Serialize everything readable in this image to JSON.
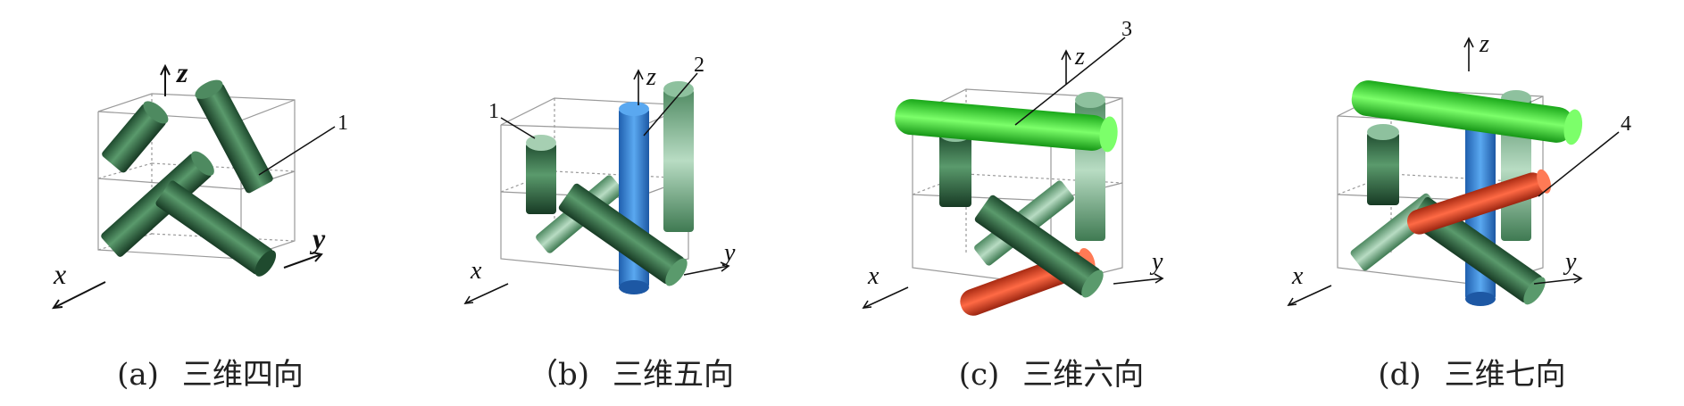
{
  "panels": [
    {
      "id": "a",
      "label": "(a)",
      "title": "三维四向",
      "axes": {
        "x": "x",
        "y": "y",
        "z": "z"
      },
      "callouts": [
        "1"
      ]
    },
    {
      "id": "b",
      "label": "（b)",
      "title": "三维五向",
      "axes": {
        "x": "x",
        "y": "y",
        "z": "z"
      },
      "callouts": [
        "1",
        "2"
      ]
    },
    {
      "id": "c",
      "label": "(c)",
      "title": "三维六向",
      "axes": {
        "x": "x",
        "y": "y",
        "z": "z"
      },
      "callouts": [
        "3"
      ]
    },
    {
      "id": "d",
      "label": "(d)",
      "title": "三维七向",
      "axes": {
        "x": "x",
        "y": "y",
        "z": "z"
      },
      "callouts": [
        "4"
      ]
    }
  ],
  "colors": {
    "dark_green": "#2f6b45",
    "light_green": "#7fb38f",
    "bright_green": "#33dd33",
    "blue": "#2f7fd6",
    "red": "#d63a1e",
    "cube_line": "#9a9a9a",
    "axis": "#111111"
  }
}
